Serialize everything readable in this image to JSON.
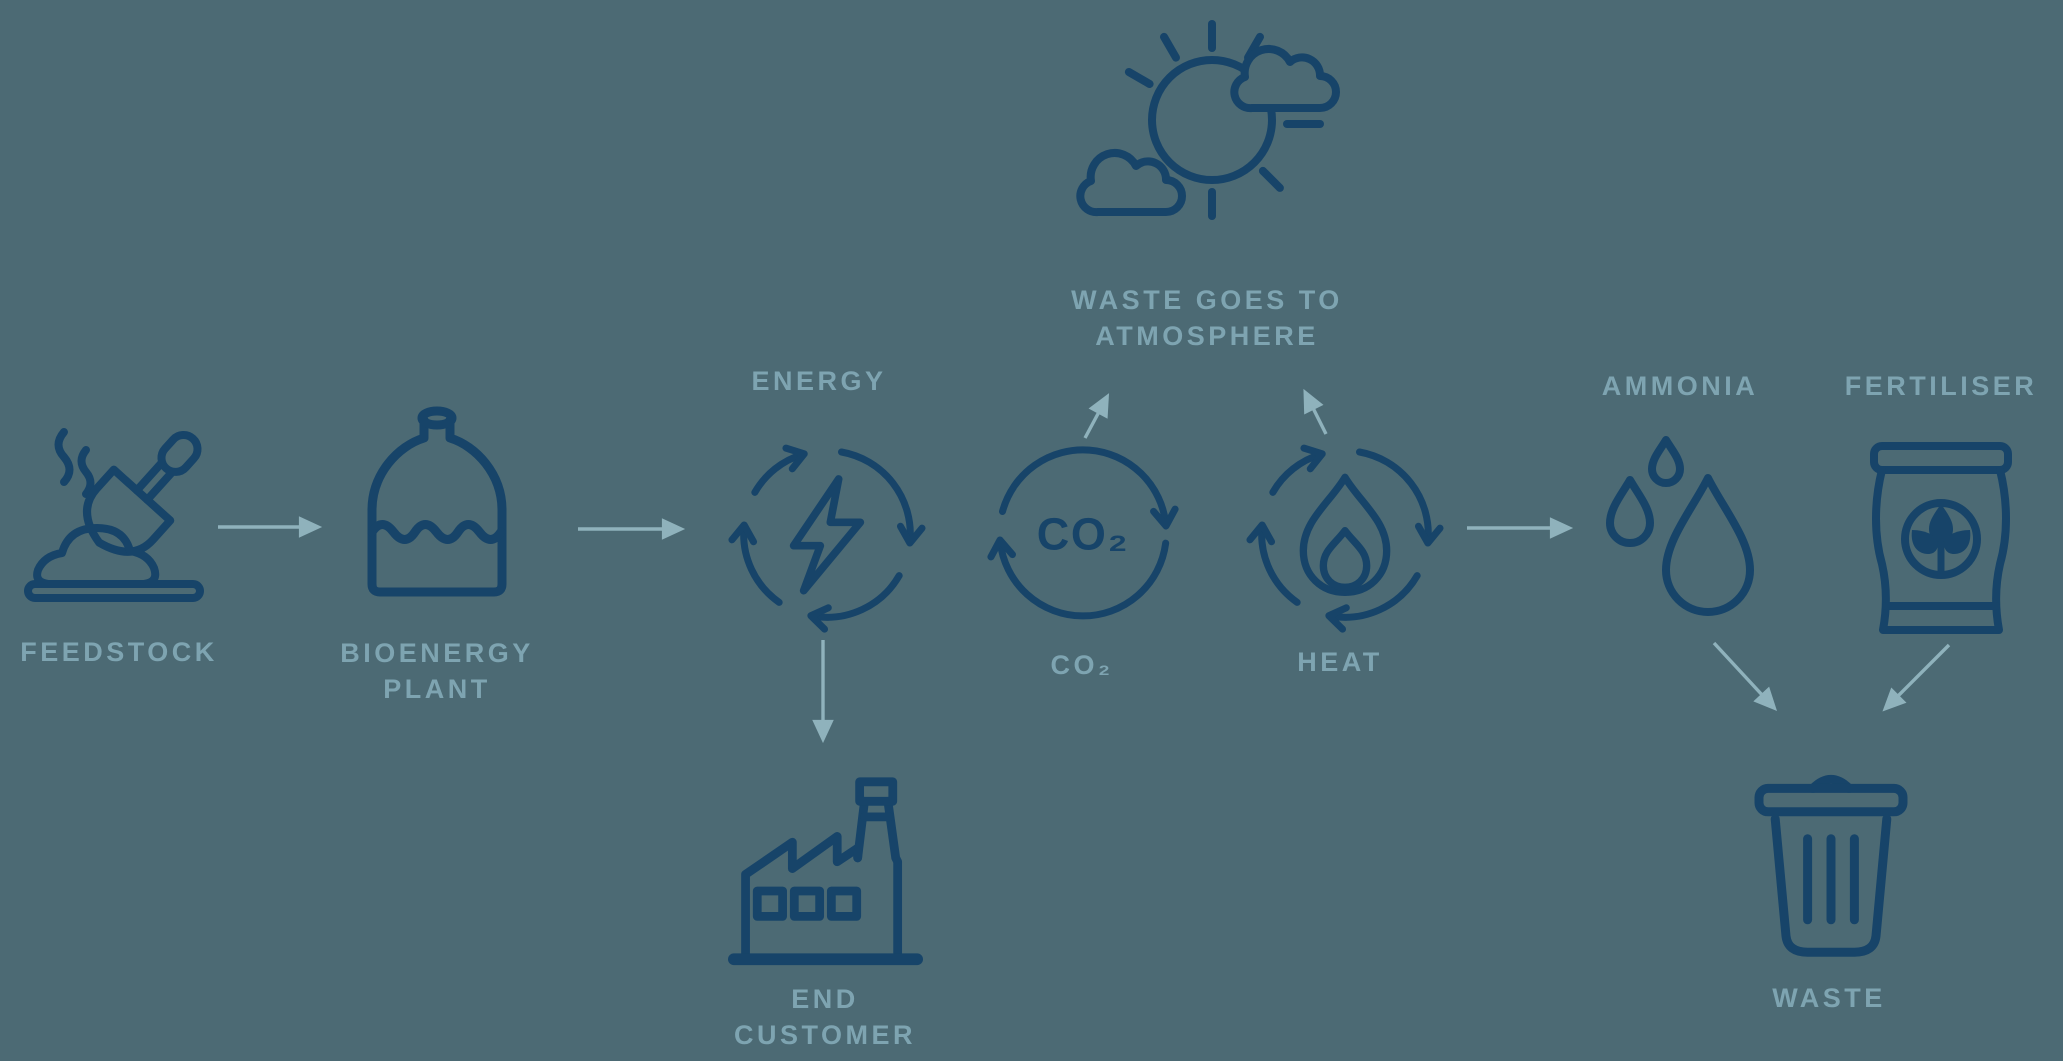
{
  "palette": {
    "background": "#4C6A74",
    "icon_stroke": "#174469",
    "label_text": "#7EA4B1",
    "flow_arrow": "#8FB2BC"
  },
  "nodes": {
    "feedstock": {
      "label": "FEEDSTOCK"
    },
    "bioenergy_plant": {
      "label": "BIOENERGY PLANT"
    },
    "energy": {
      "label": "ENERGY"
    },
    "end_customer": {
      "label": "END CUSTOMER"
    },
    "co2": {
      "label": "CO₂",
      "icon_text": "CO₂"
    },
    "heat": {
      "label": "HEAT"
    },
    "atmosphere": {
      "label": "WASTE GOES TO ATMOSPHERE"
    },
    "ammonia": {
      "label": "AMMONIA"
    },
    "fertiliser": {
      "label": "FERTILISER"
    },
    "waste": {
      "label": "WASTE"
    }
  },
  "edges": [
    {
      "from": "feedstock",
      "to": "bioenergy_plant"
    },
    {
      "from": "bioenergy_plant",
      "to": "energy"
    },
    {
      "from": "energy",
      "to": "end_customer"
    },
    {
      "from": "co2",
      "to": "atmosphere"
    },
    {
      "from": "heat",
      "to": "atmosphere"
    },
    {
      "from": "heat",
      "to": "ammonia"
    },
    {
      "from": "ammonia",
      "to": "waste"
    },
    {
      "from": "fertiliser",
      "to": "waste"
    }
  ]
}
